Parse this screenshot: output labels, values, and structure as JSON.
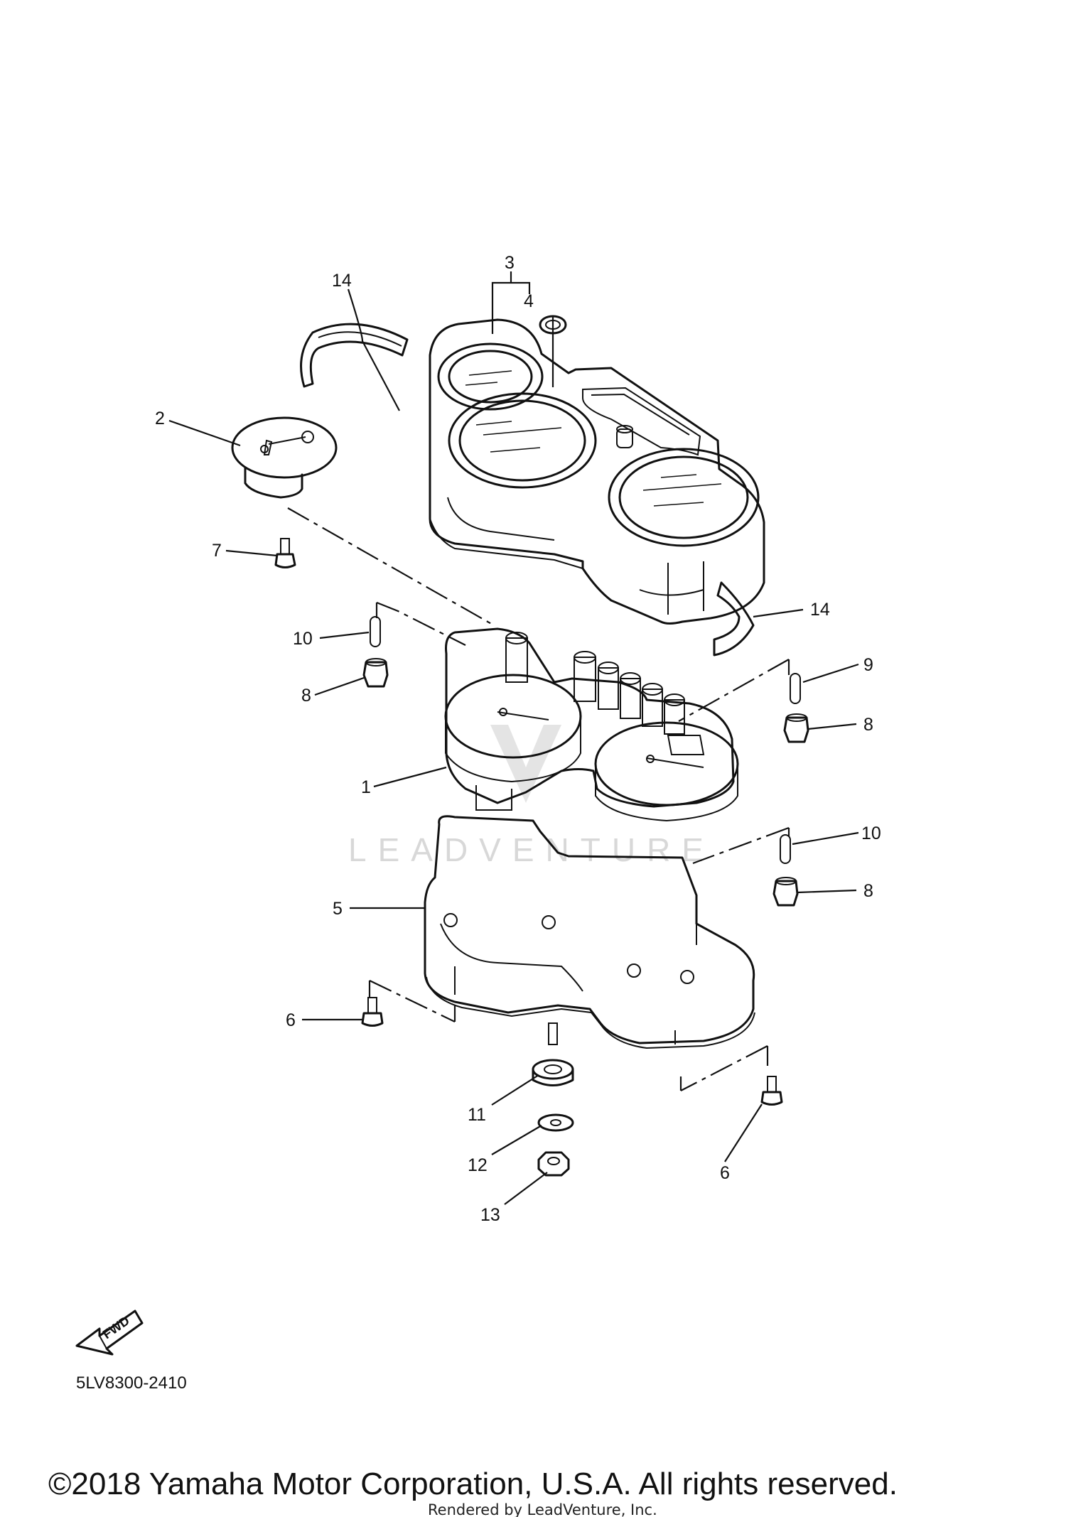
{
  "callouts": {
    "c1": "1",
    "c2": "2",
    "c3": "3",
    "c4": "4",
    "c5": "5",
    "c6a": "6",
    "c6b": "6",
    "c7": "7",
    "c8a": "8",
    "c8b": "8",
    "c8c": "8",
    "c9": "9",
    "c10a": "10",
    "c10b": "10",
    "c11": "11",
    "c12": "12",
    "c13": "13",
    "c14a": "14",
    "c14b": "14"
  },
  "fwd_label": "FWD",
  "diagram_code": "5LV8300-2410",
  "watermark": "LEADVENTURE",
  "copyright": "©2018 Yamaha Motor Corporation, U.S.A. All rights reserved.",
  "rendered_by": "Rendered by LeadVenture, Inc."
}
